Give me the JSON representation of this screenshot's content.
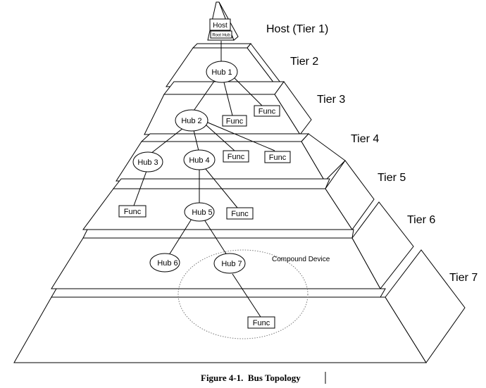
{
  "tiers": [
    {
      "label": "Host (Tier 1)"
    },
    {
      "label": "Tier 2"
    },
    {
      "label": "Tier 3"
    },
    {
      "label": "Tier 4"
    },
    {
      "label": "Tier 5"
    },
    {
      "label": "Tier 6"
    },
    {
      "label": "Tier 7"
    }
  ],
  "host": {
    "label": "Host",
    "root_hub_label": "Root Hub"
  },
  "hubs": {
    "hub1": "Hub 1",
    "hub2": "Hub 2",
    "hub3": "Hub 3",
    "hub4": "Hub 4",
    "hub5": "Hub 5",
    "hub6": "Hub 6",
    "hub7": "Hub 7"
  },
  "funcs": {
    "f_t3_a": "Func",
    "f_t3_b": "Func",
    "f_t4_a": "Func",
    "f_t4_b": "Func",
    "f_t5_a": "Func",
    "f_t5_b": "Func",
    "f_t7": "Func"
  },
  "annotations": {
    "compound_device": "Compound Device"
  },
  "caption": "Figure 4-1.  Bus Topology"
}
